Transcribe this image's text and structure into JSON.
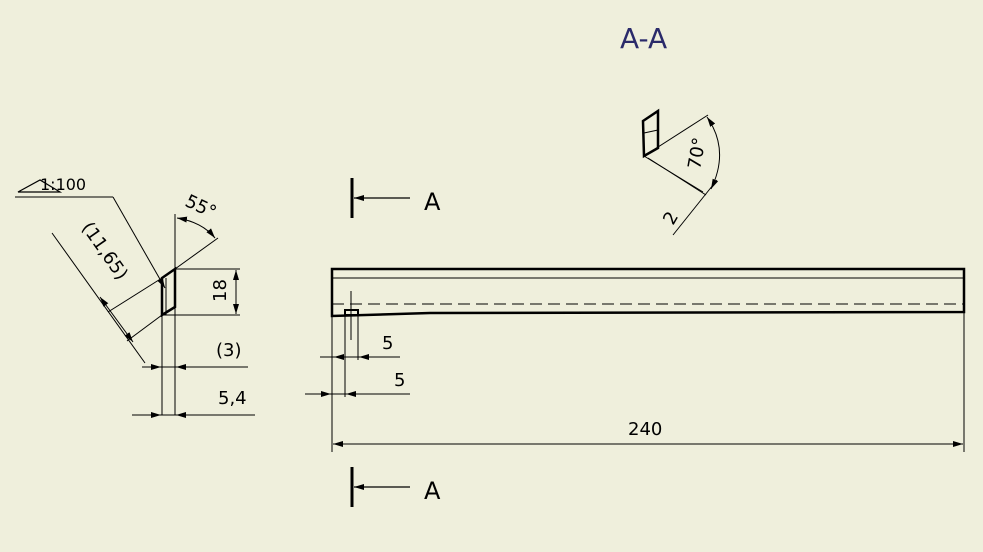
{
  "section_title": "A-A",
  "section_label_top": "A",
  "section_label_bottom": "A",
  "dimensions": {
    "taper": "1:100",
    "angle_left": "55°",
    "length_ref": "(11,65)",
    "height": "18",
    "width_ref": "(3)",
    "width": "5,4",
    "hole_offset_1": "5",
    "hole_offset_2": "5",
    "total_length": "240",
    "angle_section": "70°",
    "section_width": "2"
  },
  "colors": {
    "background": "#efefdc",
    "title": "#2a2a6a"
  }
}
